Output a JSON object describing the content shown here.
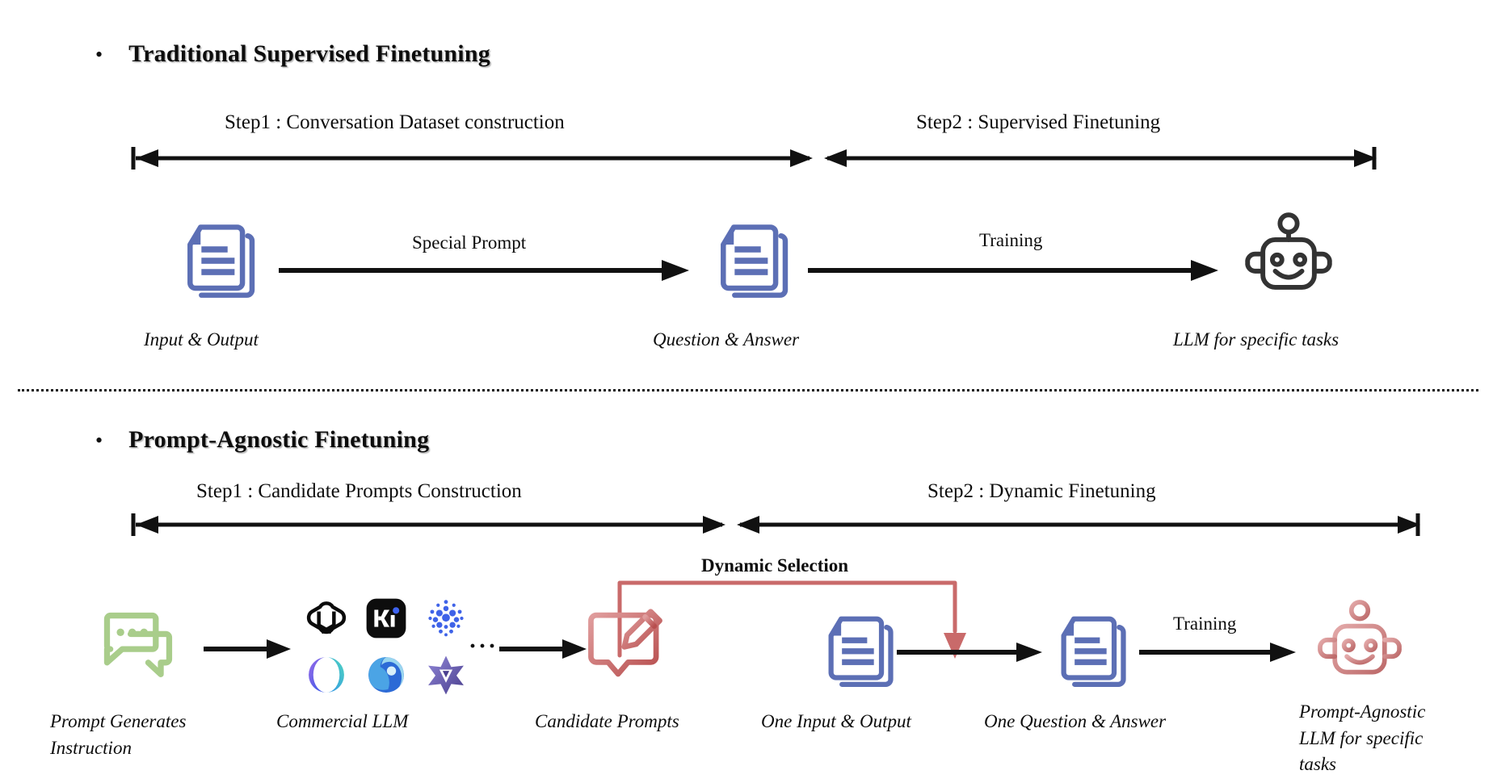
{
  "figure": {
    "title_top": "Traditional Supervised Finetuning",
    "title_bottom": "Prompt-Agnostic Finetuning",
    "bullet": "•"
  },
  "top_section": {
    "step1_label": "Step1 : Conversation Dataset construction",
    "step2_label": "Step2 : Supervised Finetuning",
    "arrow_labels": {
      "special_prompt": "Special Prompt",
      "training": "Training"
    },
    "nodes": [
      {
        "icon": "documents-icon",
        "caption": "Input & Output"
      },
      {
        "icon": "documents-icon",
        "caption": "Question & Answer"
      },
      {
        "icon": "robot-icon",
        "caption": "LLM for specific tasks"
      }
    ]
  },
  "bottom_section": {
    "step1_label": "Step1 : Candidate Prompts Construction",
    "step2_label": "Step2 :  Dynamic Finetuning",
    "arrow_labels": {
      "dynamic_selection": "Dynamic Selection",
      "training": "Training"
    },
    "ellipsis": "···",
    "nodes": [
      {
        "icon": "chat-bubbles-icon",
        "caption": "Prompt Generates\nInstruction"
      },
      {
        "icon": "commercial-llm-logos",
        "caption": "Commercial LLM"
      },
      {
        "icon": "prompt-edit-icon",
        "caption": "Candidate Prompts"
      },
      {
        "icon": "documents-icon",
        "caption": "One Input & Output"
      },
      {
        "icon": "documents-icon",
        "caption": "One Question & Answer"
      },
      {
        "icon": "robot-icon-pink",
        "caption": "Prompt-Agnostic\nLLM for specific\ntasks"
      }
    ],
    "llm_logos": [
      {
        "name": "openai-logo"
      },
      {
        "name": "kimi-logo"
      },
      {
        "name": "dots-cluster-logo"
      },
      {
        "name": "gradient-lens-logo"
      },
      {
        "name": "blue-sphere-logo"
      },
      {
        "name": "purple-star-logo"
      }
    ]
  },
  "colors": {
    "document_blue": "#5c6fb5",
    "robot_dark": "#333333",
    "chat_green": "#a9cd8b",
    "accent_red": "#c96a6a",
    "robot_pink": "#d08b8b",
    "line_black": "#111111"
  }
}
